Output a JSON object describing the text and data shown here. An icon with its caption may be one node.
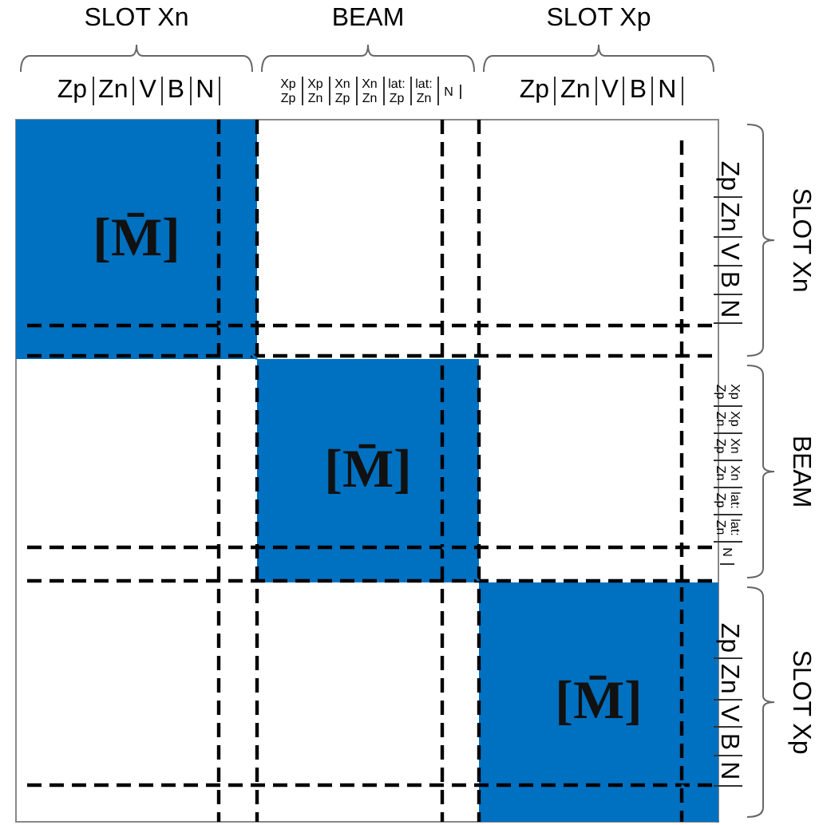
{
  "diagram": {
    "nodes": [
      {
        "text": [
          "[M̄]"
        ]
      },
      {
        "text": [
          "[M̄]"
        ]
      },
      {
        "text": [
          "[M̄]"
        ]
      }
    ],
    "labels": [
      "SLOT Xn",
      "BEAM",
      "SLOT Xp",
      "Zp",
      "Zn",
      "V",
      "B",
      "N",
      "Xp Zp",
      "Xp Zn",
      "Xn Zp",
      "Xn Zn",
      "lat: Zp",
      "lat: Zn",
      "N",
      "Zp",
      "Zn",
      "V",
      "B",
      "N",
      "SLOT Xn",
      "BEAM",
      "SLOT Xp",
      "Zp",
      "Zn",
      "V",
      "B",
      "N",
      "Xp Zp",
      "Xp Zn",
      "Xn Zp",
      "Xn Zn",
      "lat: Zp",
      "lat: Zn",
      "N",
      "Zp",
      "Zn",
      "V",
      "B",
      "N"
    ]
  }
}
